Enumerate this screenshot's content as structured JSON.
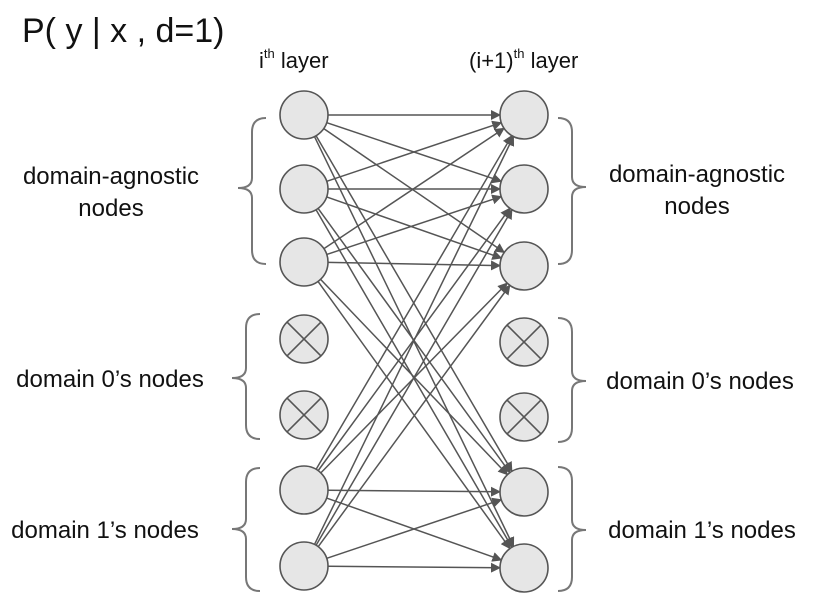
{
  "title": "P( y | x , d=1)",
  "left_layer": {
    "base": "i",
    "sup": "th",
    "rest": " layer"
  },
  "right_layer": {
    "base": "(i+1)",
    "sup": "th",
    "rest": " layer"
  },
  "left_groups": {
    "agnostic_line1": "domain-agnostic",
    "agnostic_line2": "nodes",
    "domain0": "domain 0’s nodes",
    "domain1": "domain 1’s nodes"
  },
  "right_groups": {
    "agnostic_line1": "domain-agnostic",
    "agnostic_line2": "nodes",
    "domain0": "domain 0’s nodes",
    "domain1": "domain 1’s nodes"
  },
  "colors": {
    "node_fill": "#e6e6e6",
    "node_stroke": "#555555",
    "edge": "#555555"
  }
}
